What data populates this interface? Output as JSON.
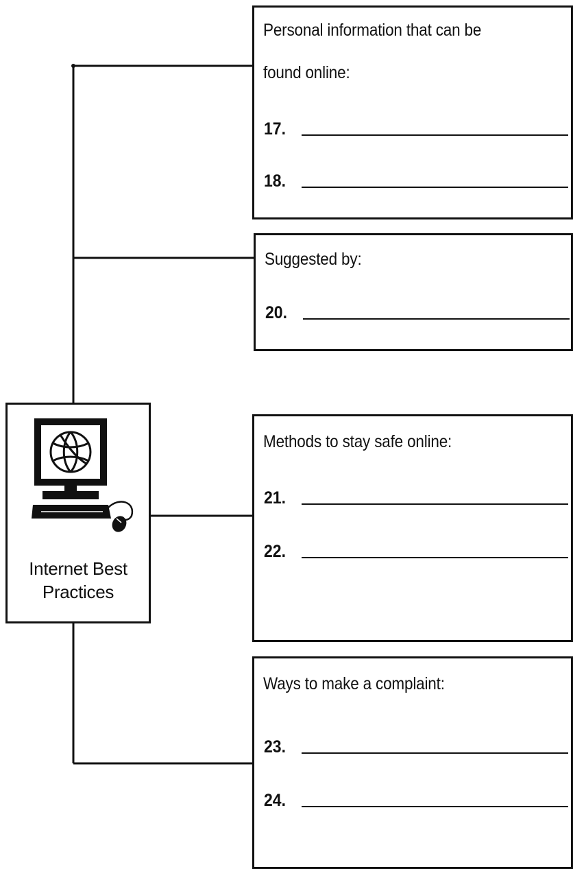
{
  "center": {
    "title_line1": "Internet Best",
    "title_line2": "Practices",
    "icon": "computer-with-globe-and-mouse-icon"
  },
  "boxes": [
    {
      "heading_line1": "Personal information that can be",
      "heading_line2": "found online:",
      "blanks": [
        "17.",
        "18."
      ]
    },
    {
      "heading_line1": "Suggested by:",
      "blanks": [
        "20."
      ]
    },
    {
      "heading_line1": "Methods to stay safe online:",
      "blanks": [
        "21.",
        "22."
      ]
    },
    {
      "heading_line1": "Ways to make a complaint:",
      "blanks": [
        "23.",
        "24."
      ]
    }
  ]
}
